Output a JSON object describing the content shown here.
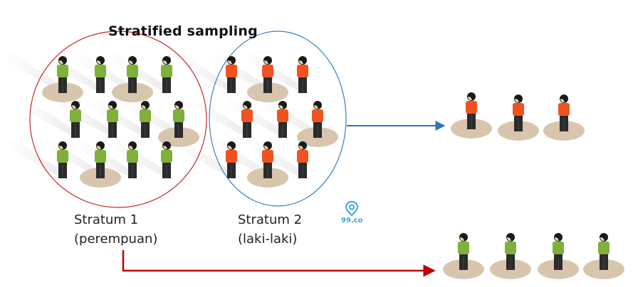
{
  "title": "Stratified sampling",
  "strata": [
    {
      "line1": "Stratum 1",
      "line2": "(perempuan)"
    },
    {
      "line1": "Stratum 2",
      "line2": "(laki-laki)"
    }
  ],
  "logo": {
    "text": "99.co",
    "icon": "location-pin-icon"
  },
  "colors": {
    "female_shirt": "#7fb03a",
    "male_shirt": "#f0531f",
    "pants": "#2b2b2b",
    "head": "#1a1a1a",
    "face": "#f1d7a0",
    "shadow_disc": "#d8c5ad",
    "stratum1_circle": "#c9282e",
    "stratum2_circle": "#2f82c5",
    "arrow_blue": "#2f74b5",
    "arrow_red": "#c00000",
    "logo": "#3aa7dc"
  }
}
